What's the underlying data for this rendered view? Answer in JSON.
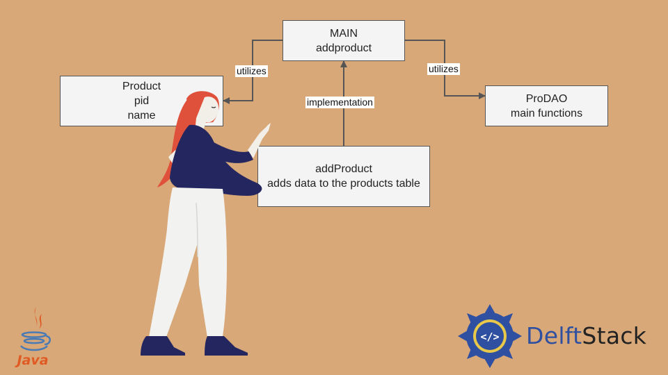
{
  "diagram": {
    "nodes": {
      "main": {
        "lines": [
          "MAIN",
          "addproduct"
        ]
      },
      "product": {
        "lines": [
          "Product",
          "pid",
          "name"
        ]
      },
      "prodao": {
        "lines": [
          "ProDAO",
          "main functions"
        ]
      },
      "addproduct": {
        "lines": [
          "addProduct",
          "adds data to the products table"
        ]
      }
    },
    "edges": [
      {
        "from": "main",
        "to": "product",
        "label": "utilizes"
      },
      {
        "from": "main",
        "to": "prodao",
        "label": "utilizes"
      },
      {
        "from": "addproduct",
        "to": "main",
        "label": "implementation"
      }
    ]
  },
  "colors": {
    "background": "#d8a878",
    "node_fill": "#f4f4f4",
    "connector": "#555555",
    "delft_blue": "#2f4fa0",
    "java_orange": "#e05a24",
    "java_blue": "#4a7ab5"
  },
  "branding": {
    "java_logo": {
      "icon": "java-coffee-cup-icon",
      "text": "Java"
    },
    "delftstack_logo": {
      "icon": "delftstack-emblem-icon",
      "name_part1": "Delft",
      "name_part2": "Stack"
    }
  },
  "illustration": {
    "icon": "woman-pointing-illustration"
  }
}
